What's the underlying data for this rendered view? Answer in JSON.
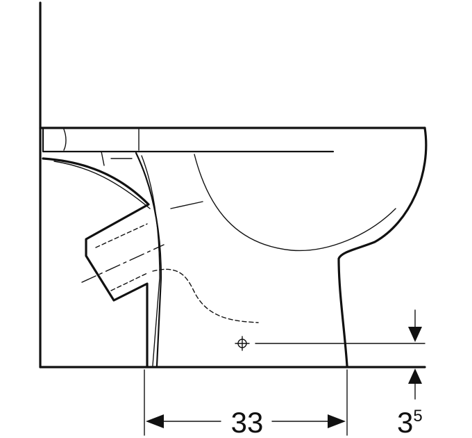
{
  "dimensions": {
    "width_label": "33",
    "height_label_base": "3",
    "height_label_sup": "5"
  },
  "colors": {
    "line": "#111111",
    "background": "#ffffff"
  }
}
